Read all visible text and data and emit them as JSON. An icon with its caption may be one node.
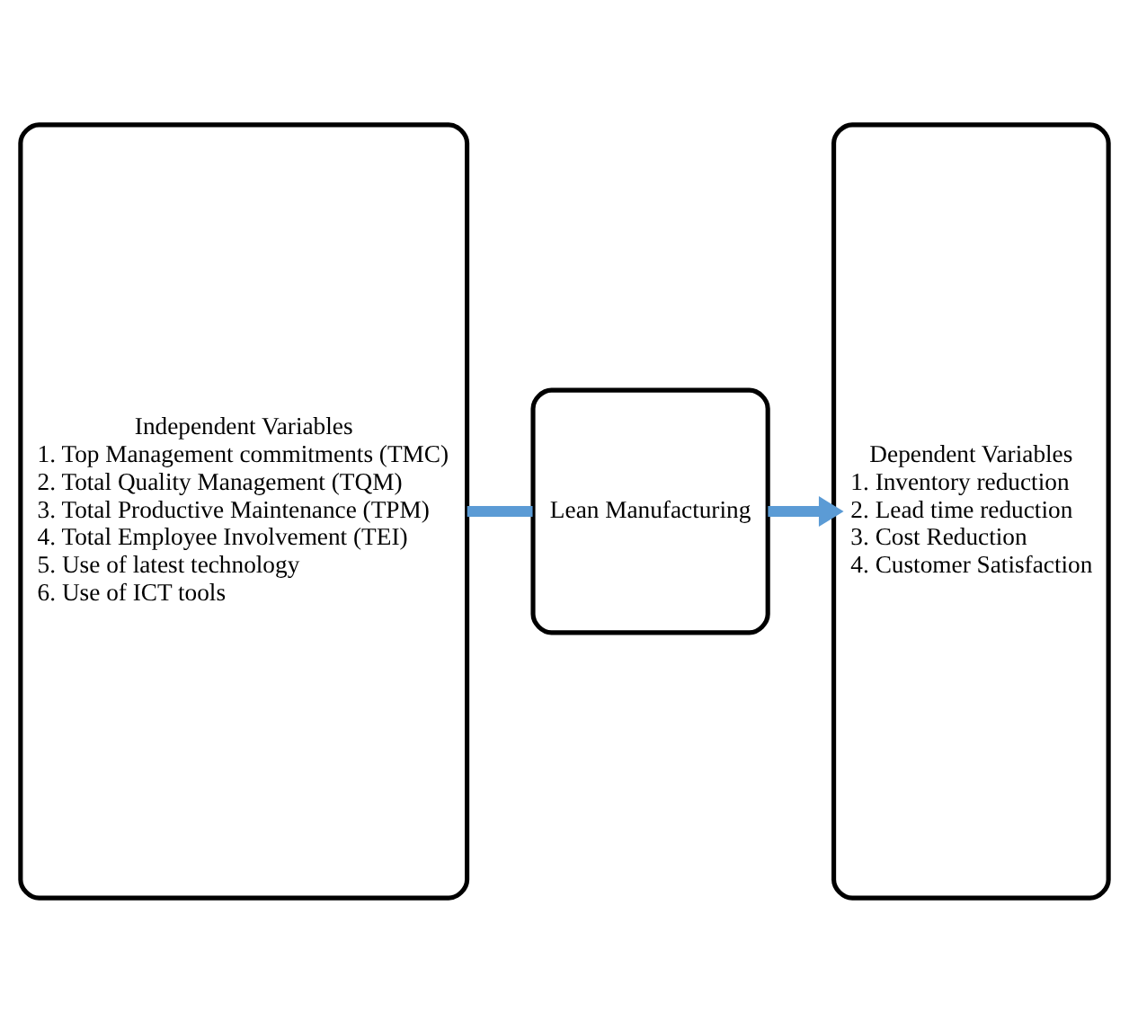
{
  "diagram": {
    "nodes": [
      {
        "text": [
          "Independent Variables",
          "1. Top Management commitments (TMC)",
          "2. Total Quality Management (TQM)",
          "3. Total Productive Maintenance (TPM)",
          "4. Total Employee Involvement (TEI)",
          "5. Use of latest technology",
          "6. Use of ICT tools"
        ]
      },
      {
        "text": [
          "Lean Manufacturing"
        ]
      },
      {
        "text": [
          "Dependent Variables",
          "1. Inventory reduction",
          "2. Lead time reduction",
          "3. Cost Reduction",
          "4. Customer Satisfaction"
        ]
      }
    ],
    "edges": [
      {
        "from": 0,
        "to": 1,
        "arrow": "none"
      },
      {
        "from": 1,
        "to": 2,
        "arrow": "to"
      }
    ]
  }
}
